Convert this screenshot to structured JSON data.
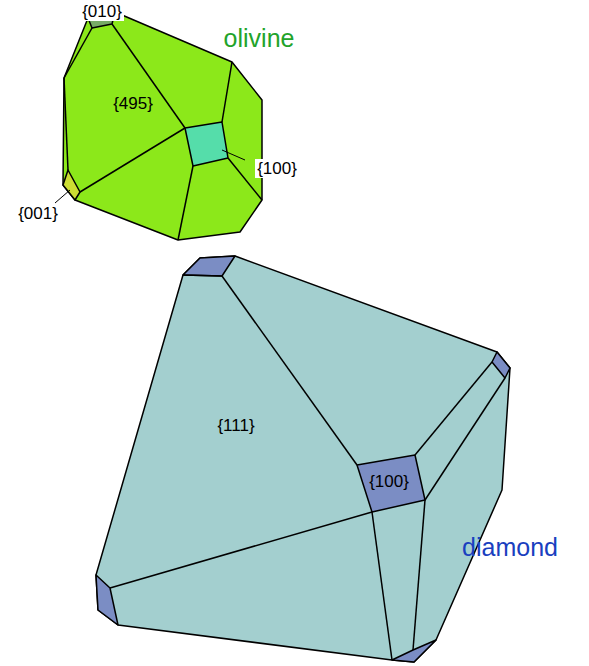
{
  "diagram": {
    "labels": [
      "{010}",
      "olivine",
      "{495}",
      "{100}",
      "{001}",
      "{111}",
      "{100}",
      "diamond"
    ]
  }
}
